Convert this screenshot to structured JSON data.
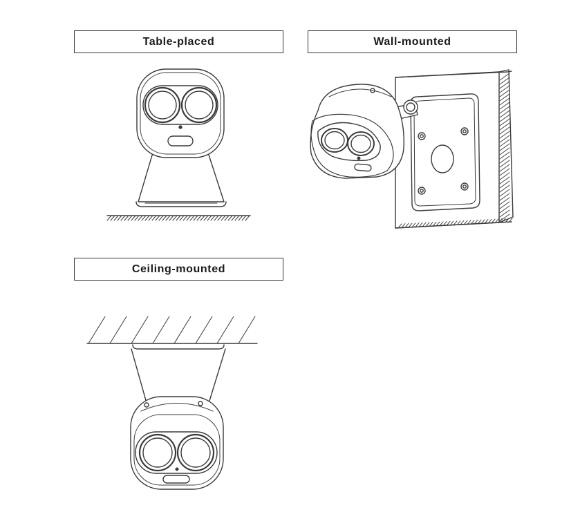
{
  "panels": {
    "table": {
      "label": "Table-placed"
    },
    "wall": {
      "label": "Wall-mounted"
    },
    "ceiling": {
      "label": "Ceiling-mounted"
    }
  },
  "colors": {
    "line": "#3a3a3a",
    "background": "#ffffff"
  }
}
